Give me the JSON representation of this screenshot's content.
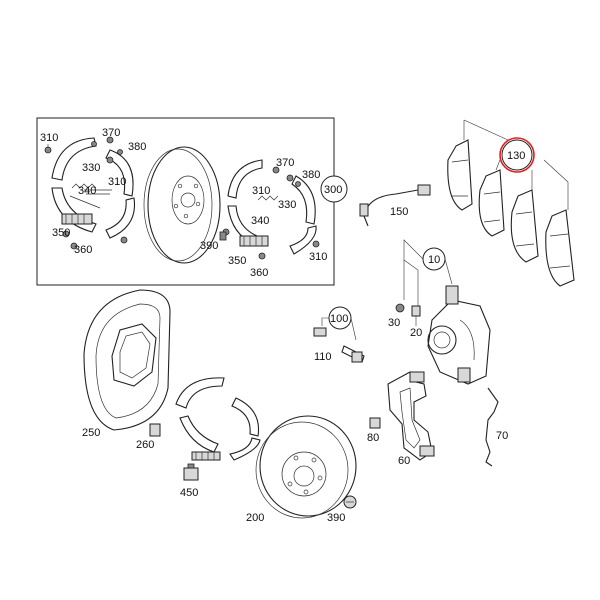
{
  "diagram": {
    "highlight_color": "#e02020",
    "line_color": "#222222",
    "labels": {
      "l310a": "310",
      "l370a": "370",
      "l380a": "380",
      "l330a": "330",
      "l310b": "310",
      "l340a": "340",
      "l350a": "350",
      "l360a": "360",
      "l370b": "370",
      "l380b": "380",
      "l310c": "310",
      "l330b": "330",
      "l340b": "340",
      "l390a": "390",
      "l350b": "350",
      "l360b": "360",
      "l310d": "310",
      "l300": "300",
      "l150": "150",
      "l130": "130",
      "l10": "10",
      "l30": "30",
      "l20": "20",
      "l100": "100",
      "l110": "110",
      "l250": "250",
      "l260": "260",
      "l450": "450",
      "l80": "80",
      "l60": "60",
      "l70": "70",
      "l200": "200",
      "l390b": "390"
    }
  }
}
